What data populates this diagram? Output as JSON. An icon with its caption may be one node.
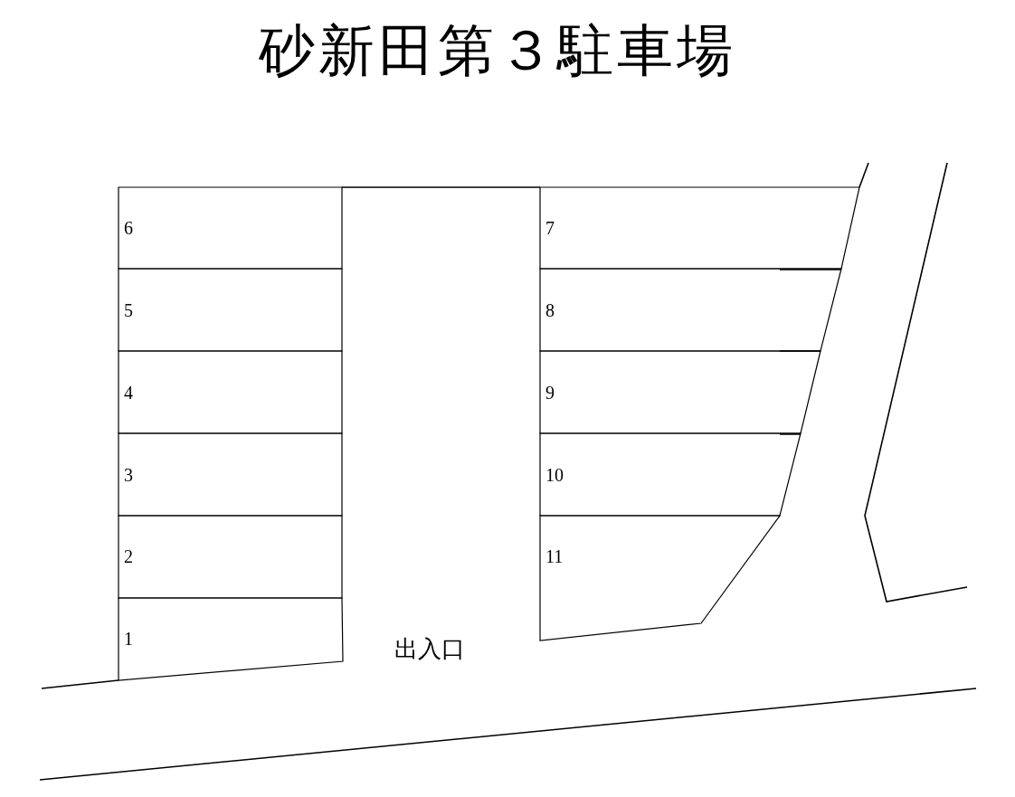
{
  "diagram": {
    "title": "砂新田第３駐車場",
    "nodes": [
      {
        "text": [
          "6"
        ]
      },
      {
        "text": [
          "7"
        ]
      },
      {
        "text": [
          "5"
        ]
      },
      {
        "text": [
          "8"
        ]
      },
      {
        "text": [
          "4"
        ]
      },
      {
        "text": [
          "9"
        ]
      },
      {
        "text": [
          "3"
        ]
      },
      {
        "text": [
          "10"
        ]
      },
      {
        "text": [
          "2"
        ]
      },
      {
        "text": [
          "11"
        ]
      },
      {
        "text": [
          "1"
        ]
      }
    ],
    "labels": [
      "出入口"
    ]
  }
}
